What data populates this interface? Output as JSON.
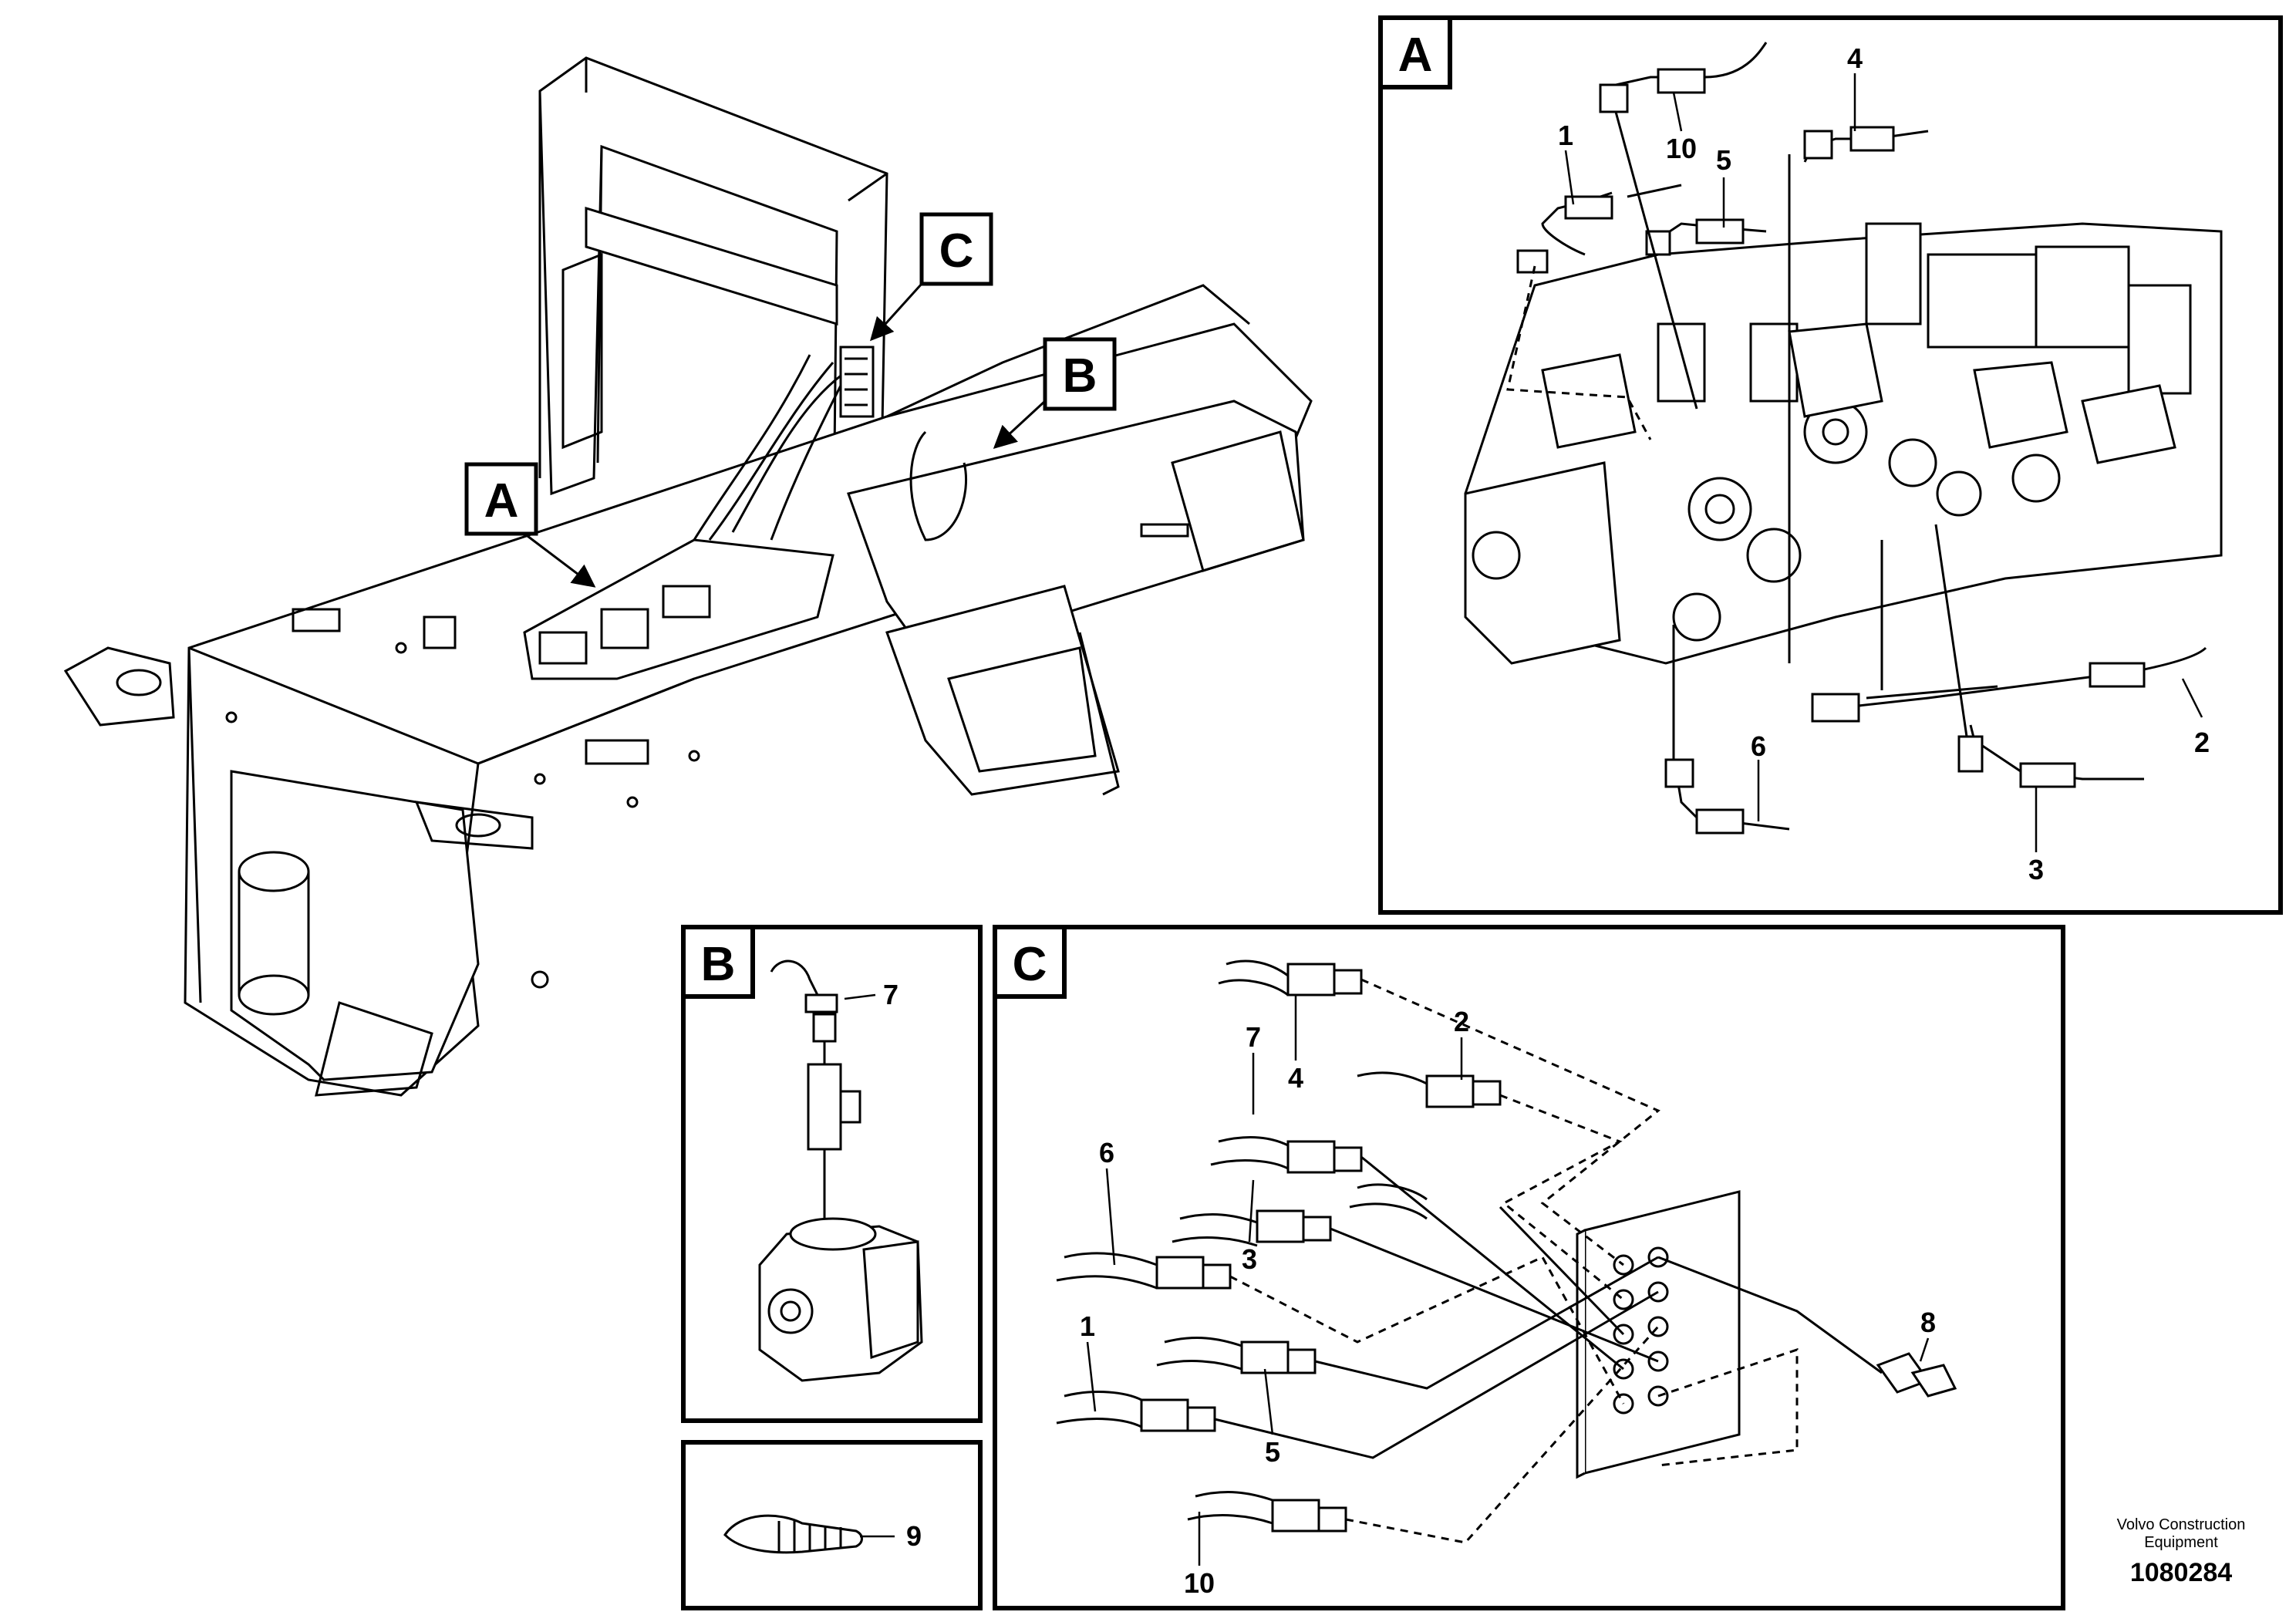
{
  "diagram": {
    "main_labels": {
      "a": "A",
      "b": "B",
      "c": "C"
    },
    "panels": {
      "a": {
        "letter": "A",
        "callouts": {
          "c1": "1",
          "c10": "10",
          "c5": "5",
          "c4": "4",
          "c2": "2",
          "c6": "6",
          "c3": "3"
        }
      },
      "b": {
        "letter": "B",
        "callouts": {
          "c7": "7"
        }
      },
      "c": {
        "letter": "C",
        "callouts": {
          "c4": "4",
          "c2": "2",
          "c7": "7",
          "c6": "6",
          "c3": "3",
          "c1": "1",
          "c5": "5",
          "c10": "10",
          "c8": "8"
        }
      },
      "d": {
        "callouts": {
          "c9": "9"
        }
      }
    },
    "footer": {
      "brand_line1": "Volvo Construction",
      "brand_line2": "Equipment",
      "drawing_number": "1080284"
    }
  }
}
